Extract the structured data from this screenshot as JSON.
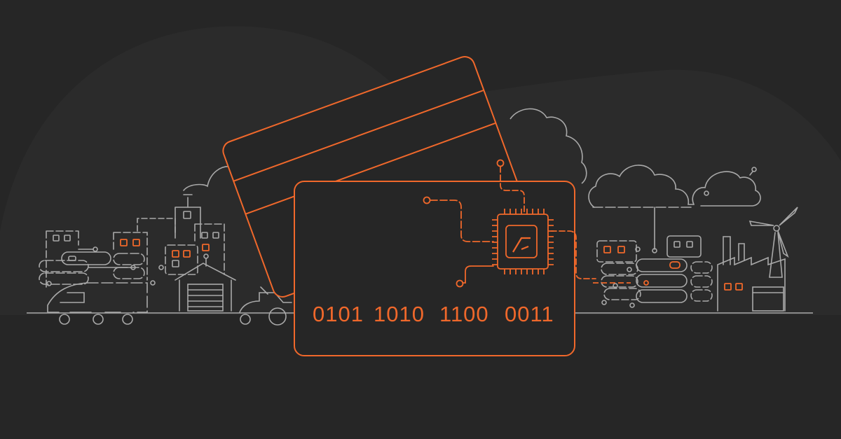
{
  "card": {
    "numbers": [
      "0101",
      "1010",
      "1100",
      "0011"
    ]
  },
  "colors": {
    "background": "#262626",
    "hill": "#2b2b2b",
    "line_art": "#a9a9a9",
    "accent": "#f0682b"
  },
  "icons": [
    "credit-card-icon",
    "chip-icon",
    "cloud-icon",
    "server-stack-icon",
    "building-icon",
    "garage-icon",
    "delivery-van-icon",
    "tractor-icon",
    "factory-icon",
    "wind-turbine-icon"
  ]
}
